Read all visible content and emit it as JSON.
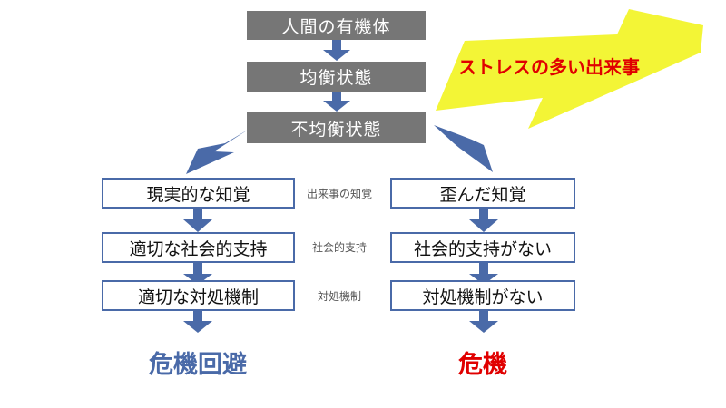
{
  "top_flow": {
    "box1": "人間の有機体",
    "box2": "均衡状態",
    "box3": "不均衡状態"
  },
  "stress_label": "ストレスの多い出来事",
  "left_column": {
    "box1": "現実的な知覚",
    "box2": "適切な社会的支持",
    "box3": "適切な対処機制",
    "outcome": "危機回避"
  },
  "right_column": {
    "box1": "歪んだ知覚",
    "box2": "社会的支持がない",
    "box3": "対処機制がない",
    "outcome": "危機"
  },
  "middle_labels": {
    "row1": "出来事の知覚",
    "row2": "社会的支持",
    "row3": "対処機制"
  },
  "colors": {
    "gray_box": "#767676",
    "arrow": "#4a6aa8",
    "outcome_left": "#4a6aa8",
    "outcome_right": "#e00000",
    "bolt": "#f3f536",
    "stress_text": "#e00000"
  }
}
